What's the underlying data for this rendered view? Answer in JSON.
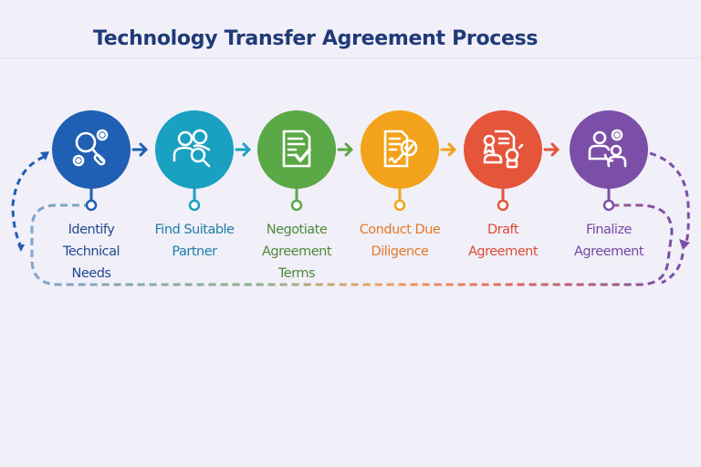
{
  "title": "Technology Transfer Agreement Process",
  "steps": [
    {
      "label_lines": [
        "Identify",
        "Technical",
        "Needs"
      ],
      "color": "#1f5fb4",
      "icon": "magnifier-gears-icon"
    },
    {
      "label_lines": [
        "Find Suitable",
        "Partner"
      ],
      "color": "#1aa0c0",
      "icon": "people-search-icon"
    },
    {
      "label_lines": [
        "Negotiate",
        "Agreement",
        "Terms"
      ],
      "color": "#5aa846",
      "icon": "document-checkmark-icon"
    },
    {
      "label_lines": [
        "Conduct Due",
        "Diligence"
      ],
      "color": "#f2a31b",
      "icon": "document-magnifier-icon"
    },
    {
      "label_lines": [
        "Draft",
        "Agreement"
      ],
      "color": "#e5553a",
      "icon": "document-certificate-icon"
    },
    {
      "label_lines": [
        "Finalize",
        "Agreement"
      ],
      "color": "#7b4fa8",
      "icon": "people-handshake-icon"
    }
  ],
  "label_colors": [
    "#1f4a92",
    "#1c7fa6",
    "#4d8a3c",
    "#e07a2c",
    "#dd4b36",
    "#7748a3"
  ],
  "loop": {
    "description": "dashed cyclic return arrows"
  }
}
